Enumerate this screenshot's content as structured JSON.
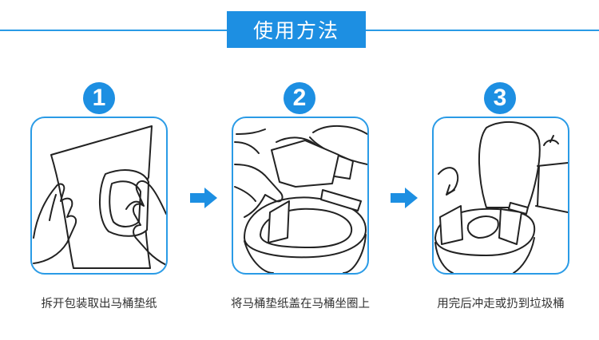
{
  "header": {
    "title": "使用方法"
  },
  "steps": [
    {
      "number": "1",
      "caption": "拆开包装取出马桶垫纸"
    },
    {
      "number": "2",
      "caption": "将马桶垫纸盖在马桶坐圈上"
    },
    {
      "number": "3",
      "caption": "用完后冲走或扔到垃圾桶"
    }
  ],
  "colors": {
    "accent": "#1d8fe2",
    "line": "#2a9be6"
  }
}
